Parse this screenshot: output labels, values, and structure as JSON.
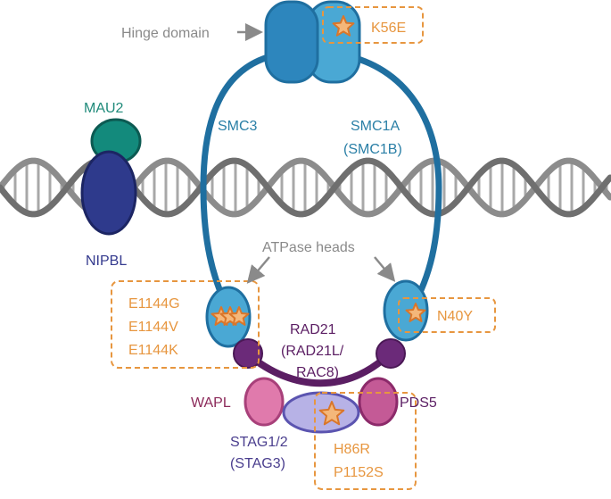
{
  "labels": {
    "hinge": "Hinge domain",
    "smc3": "SMC3",
    "smc1a": "SMC1A",
    "smc1b": "(SMC1B)",
    "mau2": "MAU2",
    "nipbl": "NIPBL",
    "atpase": "ATPase heads",
    "rad21_1": "RAD21",
    "rad21_2": "(RAD21L/",
    "rad21_3": "RAC8)",
    "wapl": "WAPL",
    "pds5": "PDS5",
    "stag_1": "STAG1/2",
    "stag_2": "(STAG3)"
  },
  "mutations": {
    "k56e": "K56E",
    "n40y": "N40Y",
    "smc3": [
      "E1144G",
      "E1144V",
      "E1144K"
    ],
    "stag": [
      "H86R",
      "P1152S"
    ]
  },
  "colors": {
    "smc3": "#2d86bd",
    "smc1a": "#4aa8d4",
    "ring": "#1f6fa0",
    "mau2": "#138a7c",
    "nipbl": "#2e3a8c",
    "rad21": "#6b2a79",
    "wapl": "#e07aac",
    "pds5": "#c45a96",
    "stag": "#b7b2e6",
    "mutation": "#e7963f",
    "dna": "#7f7f7f"
  }
}
